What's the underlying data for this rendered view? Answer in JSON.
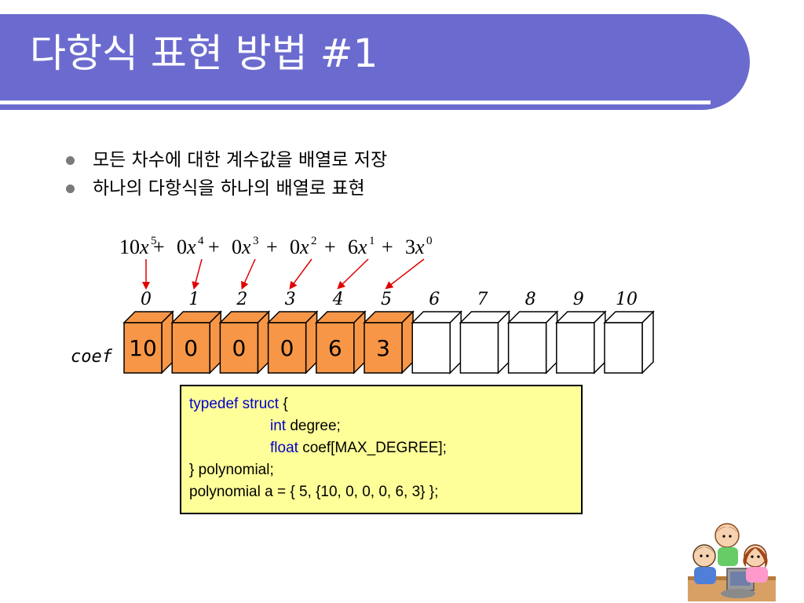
{
  "slide": {
    "title": "다항식 표현 방법 #1",
    "bullets": [
      "모든 차수에 대한 계수값을 배열로 저장",
      "하나의 다항식을 하나의 배열로 표현"
    ]
  },
  "formula": {
    "terms": [
      {
        "sign": "",
        "coef": "10",
        "var": "x",
        "exp": "5"
      },
      {
        "sign": "+",
        "coef": "0",
        "var": "x",
        "exp": "4"
      },
      {
        "sign": "+",
        "coef": "0",
        "var": "x",
        "exp": "3"
      },
      {
        "sign": "+",
        "coef": "0",
        "var": "x",
        "exp": "2"
      },
      {
        "sign": "+",
        "coef": "6",
        "var": "x",
        "exp": "1"
      },
      {
        "sign": "+",
        "coef": "3",
        "var": "x",
        "exp": "0"
      }
    ]
  },
  "array": {
    "label": "coef",
    "indices": [
      "0",
      "1",
      "2",
      "3",
      "4",
      "5",
      "6",
      "7",
      "8",
      "9",
      "10"
    ],
    "cells": [
      "10",
      "0",
      "0",
      "0",
      "6",
      "3",
      "",
      "",
      "",
      "",
      ""
    ],
    "filled_color": "#f79646",
    "empty_color": "#ffffff"
  },
  "code": {
    "l1_kw1": "typedef",
    "l1_kw2": "struct",
    "l1_rest": " {",
    "l2_kw": "int",
    "l2_rest": " degree;",
    "l3_kw": "float",
    "l3_rest": " coef[MAX_DEGREE];",
    "l4": "} polynomial;",
    "l5": "polynomial a = { 5, {10, 0, 0, 0, 6, 3} };"
  },
  "colors": {
    "title_bar": "#6b6bcf",
    "arrow": "#e00000",
    "code_bg": "#ffff99",
    "keyword": "#0000cc"
  },
  "icons": {
    "bullet": "bullet-dot-icon",
    "decoration": "children-at-computer-icon"
  }
}
